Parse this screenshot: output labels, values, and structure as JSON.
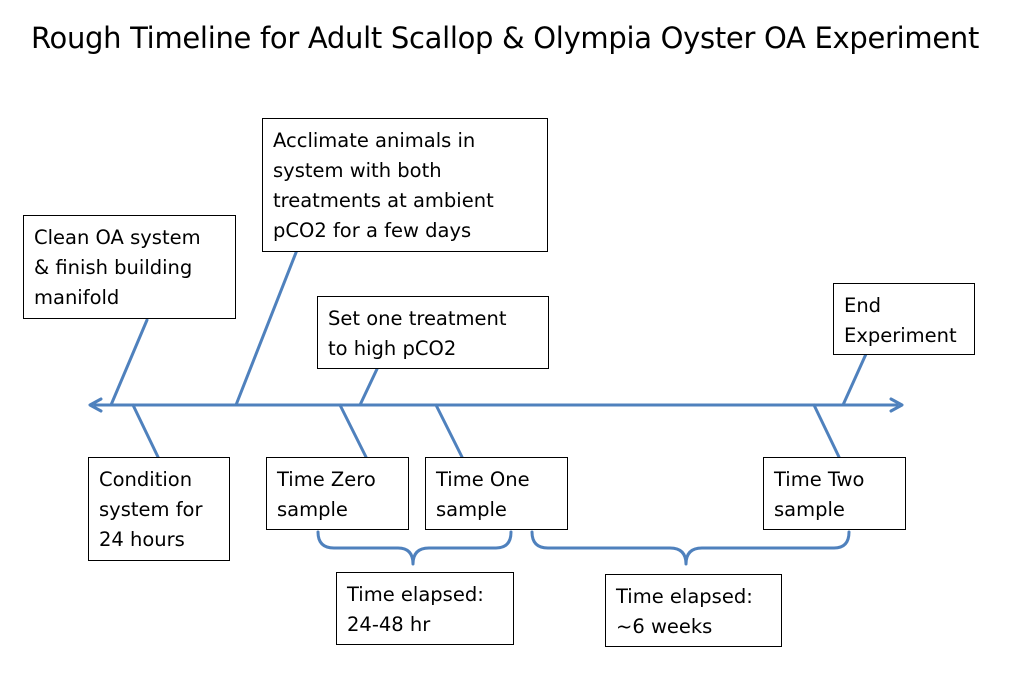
{
  "title": "Rough Timeline for Adult Scallop & Olympia Oyster OA Experiment",
  "colors": {
    "timeline": "#4f81bd",
    "box_border": "#000000",
    "text": "#000000",
    "background": "#ffffff"
  },
  "events_above": {
    "clean_system": "Clean OA system\n& finish building\nmanifold",
    "acclimate": "Acclimate animals in\nsystem with both\ntreatments at ambient\npCO2 for a few days",
    "set_treatment": "Set one treatment\nto high pCO2",
    "end_experiment": "End\nExperiment"
  },
  "events_below": {
    "condition_system": "Condition\nsystem for\n24 hours",
    "time_zero": "Time Zero\nsample",
    "time_one": "Time One\nsample",
    "time_two": "Time Two\nsample"
  },
  "elapsed": {
    "first": "Time elapsed:\n24-48 hr",
    "second": "Time elapsed:\n~6 weeks"
  }
}
